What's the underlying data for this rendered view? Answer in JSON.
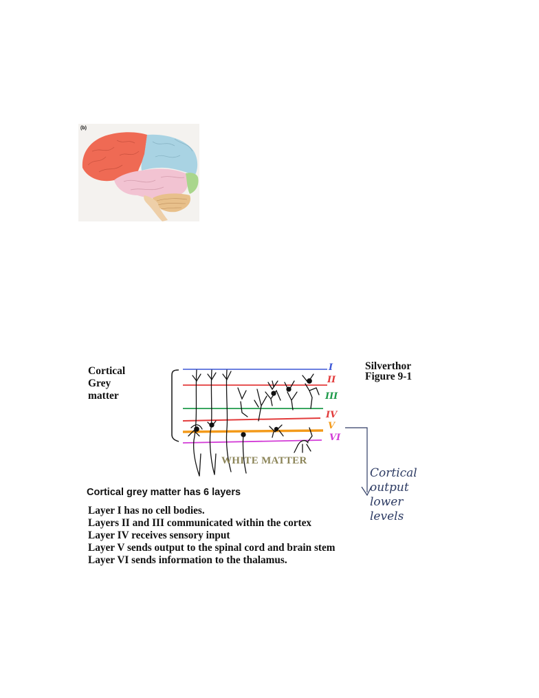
{
  "brain_figure": {
    "panel_label": "(b)",
    "lobe_colors": {
      "frontal": "#ef6a54",
      "parietal": "#a9d3e3",
      "temporal": "#f2c3d2",
      "occipital": "#a9d68c",
      "cerebellum": "#e8c08b",
      "brainstem": "#eecfa8"
    }
  },
  "cortex_diagram": {
    "grey_matter_label": [
      "Cortical",
      "Grey",
      "matter"
    ],
    "reference": [
      "Silverthor",
      "Figure 9-1"
    ],
    "white_matter_label": "WHITE MATTER",
    "layers": [
      {
        "numeral": "I",
        "color": "#3a55d6"
      },
      {
        "numeral": "II",
        "color": "#e23a3a"
      },
      {
        "numeral": "III",
        "color": "#1e9a4a"
      },
      {
        "numeral": "IV",
        "color": "#e23a3a"
      },
      {
        "numeral": "V",
        "color": "#f39a1a"
      },
      {
        "numeral": "VI",
        "color": "#d23ad6"
      }
    ],
    "handwritten_note": [
      "Cortical",
      "output",
      "lower",
      "levels"
    ]
  },
  "text": {
    "title": "Cortical grey matter has 6 layers",
    "facts": [
      "Layer I has no cell bodies.",
      "Layers II and III communicated within the cortex",
      "Layer IV receives sensory input",
      "Layer V sends output to the spinal cord and brain stem",
      "Layer VI sends information to the thalamus."
    ]
  }
}
